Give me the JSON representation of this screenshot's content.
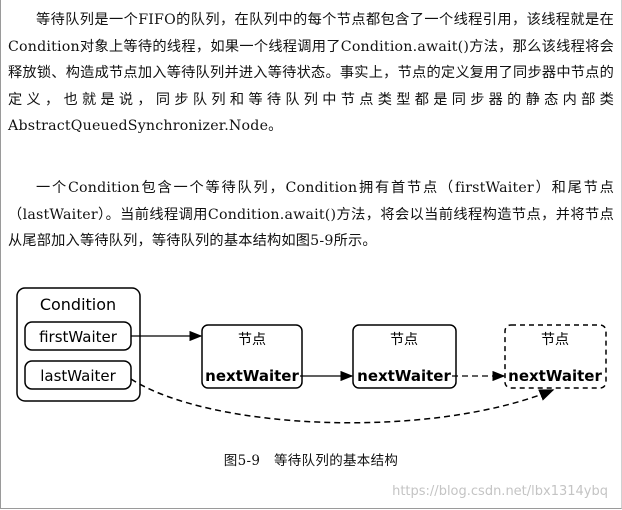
{
  "paragraphs": [
    "等待队列是一个FIFO的队列，在队列中的每个节点都包含了一个线程引用，该线程就是在Condition对象上等待的线程，如果一个线程调用了Condition.await()方法，那么该线程将会释放锁、构造成节点加入等待队列并进入等待状态。事实上，节点的定义复用了同步器中节点的定义，也就是说，同步队列和等待队列中节点类型都是同步器的静态内部类AbstractQueuedSynchronizer.Node。",
    "一个Condition包含一个等待队列，Condition拥有首节点（firstWaiter）和尾节点（lastWaiter）。当前线程调用Condition.await()方法，将会以当前线程构造节点，并将节点从尾部加入等待队列，等待队列的基本结构如图5-9所示。"
  ],
  "diagram": {
    "condition_title": "Condition",
    "first_waiter": "firstWaiter",
    "last_waiter": "lastWaiter",
    "nodes": [
      {
        "title": "节点",
        "field": "nextWaiter"
      },
      {
        "title": "节点",
        "field": "nextWaiter"
      },
      {
        "title": "节点",
        "field": "nextWaiter"
      }
    ]
  },
  "caption": "图5-9　等待队列的基本结构",
  "watermark": "https://blog.csdn.net/lbx1314ybq"
}
